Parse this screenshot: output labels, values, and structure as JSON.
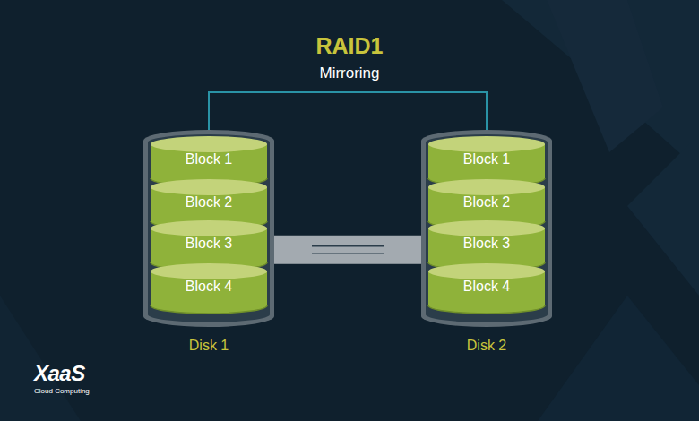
{
  "diagram": {
    "title": "RAID1",
    "nodes": [
      {
        "text": [
          "Disk 1"
        ]
      },
      {
        "text": [
          "Block 1"
        ],
        "in": 0
      },
      {
        "text": [
          "Block 2"
        ],
        "in": 0
      },
      {
        "text": [
          "Block 3"
        ],
        "in": 0
      },
      {
        "text": [
          "Block 4"
        ],
        "in": 0
      },
      {
        "text": [
          "Disk 2"
        ]
      },
      {
        "text": [
          "Block 1"
        ],
        "in": 5
      },
      {
        "text": [
          "Block 2"
        ],
        "in": 5
      },
      {
        "text": [
          "Block 3"
        ],
        "in": 5
      },
      {
        "text": [
          "Block 4"
        ],
        "in": 5
      }
    ],
    "edges": [
      {
        "from": 1,
        "to": 6,
        "arrow": "none"
      },
      {
        "from": 0,
        "to": 5,
        "arrow": "none"
      }
    ],
    "labels": [
      "Mirroring",
      "XaaS",
      "Cloud Computing"
    ]
  }
}
